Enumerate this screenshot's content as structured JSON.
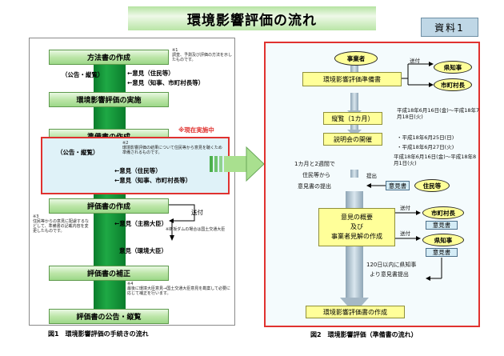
{
  "title": "環境影響評価の流れ",
  "doc_label": "資料1",
  "left": {
    "steps": [
      "方法書の作成",
      "環境影響評価の実施",
      "準備書の作成",
      "評価書の作成",
      "評価書の補正",
      "評価書の公告・縦覧"
    ],
    "notice1": "（公告・縦覧）",
    "notice2": "（公告・縦覧）",
    "opinion_resident_1": "←意見（住民等）",
    "opinion_gov_1": "←意見（知事、市町村長等）",
    "opinion_resident_2": "←意見（住民等）",
    "opinion_gov_2": "←意見（知事、市町村長等）",
    "now_label": "※現在実施中",
    "opinion_minister_main": "←意見（主務大臣）",
    "opinion_env_minister": "意見（環境大臣）",
    "send_label": "送付",
    "dam_note": "※新坂ダムの場合は国土交通大臣",
    "note1_head": "※1",
    "note1_body": "調査、予測及び評価の方法を示したものです。",
    "note2_head": "※2",
    "note2_body": "環境影響評価の結果について住民等から意見を聴くため準備されるものです。",
    "note3_head": "※3",
    "note3_body": "住民等からの意見に配慮するなどして、準備書の記載内容を変更したものです。",
    "note4_head": "※4",
    "note4_body": "最後に環境大臣意見→国土交通大臣意見を勘案して必要に応じて補正を行います。",
    "caption": "図1　環境影響評価の手続きの流れ"
  },
  "right": {
    "business": "事業者",
    "prep": "環境影響評価準備書",
    "send1": "送付",
    "governor": "県知事",
    "mayor": "市町村長",
    "public": "縦覧（1カ月）",
    "public_dates": "平成18年6月16日(金)～平成18年7月18日(火)",
    "briefing": "説明会の開催",
    "brief_date1": "・平成18年6月25日(日)",
    "brief_date2": "・平成18年6月27日(火)",
    "period_text1": "1カ月と2週間で",
    "period_text2": "住民等から",
    "period_text3": "意見書の提出",
    "submit_dates": "平成18年6月16日(金)～平成18年8月1日(火)",
    "submit_label": "提出",
    "opinion_doc": "意見書",
    "residents": "住民等",
    "summary1": "意見の概要",
    "summary2": "及び",
    "summary3": "事業者見解の作成",
    "send2": "送付",
    "send3": "送付",
    "mayor2": "市町村長",
    "opinion_doc2": "意見書",
    "governor2": "県知事",
    "opinion_doc3": "意見書",
    "deadline1": "120日以内に県知事",
    "deadline2": "より意見書提出",
    "final": "環境影響評価書の作成",
    "caption": "図2　環境影響評価（準備書の流れ）"
  }
}
